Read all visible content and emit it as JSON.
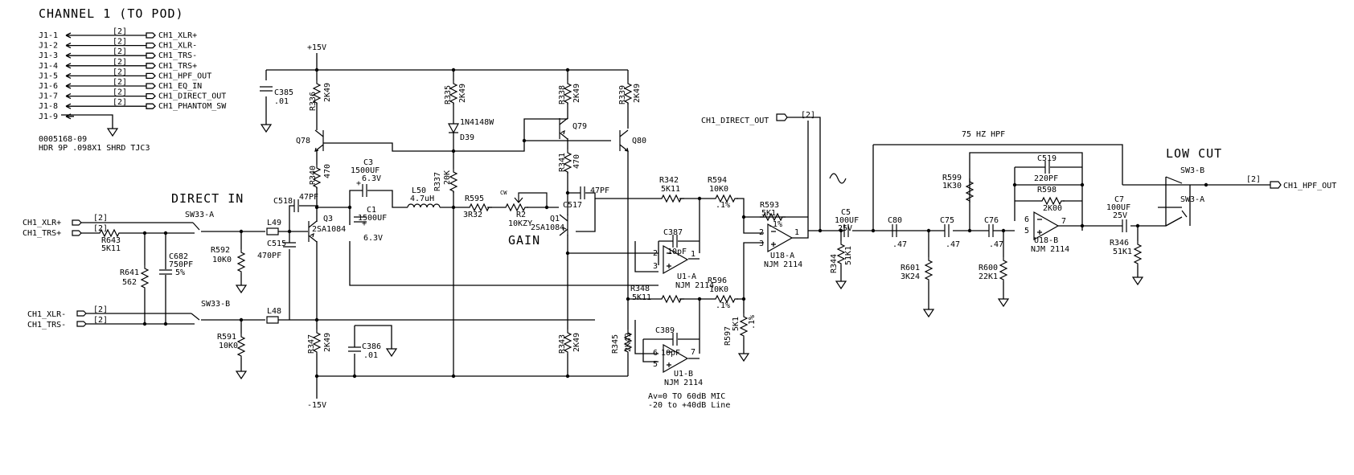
{
  "title": "CHANNEL 1 (TO POD)",
  "sections": {
    "direct_in": "DIRECT IN",
    "gain": "GAIN",
    "low_cut": "LOW CUT",
    "hpf_note": "75 HZ HPF",
    "av_line1": "Av=0 TO 60dB MIC",
    "av_line2": "-20 to +40dB Line"
  },
  "header": {
    "pins": [
      {
        "pin": "J1-1",
        "net": "CH1_XLR+"
      },
      {
        "pin": "J1-2",
        "net": "CH1_XLR-"
      },
      {
        "pin": "J1-3",
        "net": "CH1_TRS-"
      },
      {
        "pin": "J1-4",
        "net": "CH1_TRS+"
      },
      {
        "pin": "J1-5",
        "net": "CH1_HPF_OUT"
      },
      {
        "pin": "J1-6",
        "net": "CH1_EQ_IN"
      },
      {
        "pin": "J1-7",
        "net": "CH1_DIRECT_OUT"
      },
      {
        "pin": "J1-8",
        "net": "CH1_PHANTOM_SW"
      },
      {
        "pin": "J1-9",
        "net": ""
      }
    ],
    "sheet_ref": "[2]",
    "part_number": "0005168-09",
    "description": "HDR 9P .098X1 SHRD TJC3"
  },
  "rails": {
    "pos": "+15V",
    "neg": "-15V"
  },
  "inputs": {
    "xlr_pos": "CH1_XLR+",
    "trs_pos": "CH1_TRS+",
    "xlr_neg": "CH1_XLR-",
    "trs_neg": "CH1_TRS-",
    "ref": "[2]"
  },
  "outputs": {
    "direct_out": "CH1_DIRECT_OUT",
    "hpf_out": "CH1_HPF_OUT",
    "ref": "[2]"
  },
  "switches": {
    "sw33a": "SW33-A",
    "sw33b": "SW33-B",
    "sw3a": "SW3-A",
    "sw3b": "SW3-B"
  },
  "components": {
    "r643": {
      "ref": "R643",
      "val": "5K11"
    },
    "r641": {
      "ref": "R641",
      "val": "562"
    },
    "c682": {
      "ref": "C682",
      "val": "750PF",
      "tol": "5%"
    },
    "r592": {
      "ref": "R592",
      "val": "10K0"
    },
    "r591": {
      "ref": "R591",
      "val": "10K0"
    },
    "l49": {
      "ref": "L49"
    },
    "l48": {
      "ref": "L48"
    },
    "c518": {
      "ref": "C518",
      "val": "47PF"
    },
    "c515": {
      "ref": "C515",
      "val": "470PF"
    },
    "c385": {
      "ref": "C385",
      "val": ".01"
    },
    "r336": {
      "ref": "R336",
      "val": "2K49"
    },
    "q78": {
      "ref": "Q78"
    },
    "r340": {
      "ref": "R340",
      "val": "470"
    },
    "q3": {
      "ref": "Q3",
      "val": "2SA1084"
    },
    "r347": {
      "ref": "R347",
      "val": "2K49"
    },
    "c386": {
      "ref": "C386",
      "val": ".01"
    },
    "c3": {
      "ref": "C3",
      "val": "1500UF",
      "volt": "6.3V"
    },
    "c1": {
      "ref": "C1",
      "val": "1500UF",
      "volt": "6.3V"
    },
    "l50": {
      "ref": "L50",
      "val": "4.7uH"
    },
    "r335": {
      "ref": "R335",
      "val": "2K49"
    },
    "d39": {
      "ref": "D39",
      "val": "1N4148W"
    },
    "r337": {
      "ref": "R337",
      "val": "20K"
    },
    "r595": {
      "ref": "R595",
      "val": "3R32"
    },
    "r2": {
      "ref": "R2",
      "val": "10KZY",
      "cw": "CW"
    },
    "q1": {
      "ref": "Q1",
      "val": "2SA1084"
    },
    "r338": {
      "ref": "R338",
      "val": "2K49"
    },
    "q79": {
      "ref": "Q79"
    },
    "r341": {
      "ref": "R341",
      "val": "470"
    },
    "c517": {
      "ref": "C517",
      "val": "47PF"
    },
    "r343": {
      "ref": "R343",
      "val": "2K49"
    },
    "r339": {
      "ref": "R339",
      "val": "2K49"
    },
    "q80": {
      "ref": "Q80"
    },
    "r345": {
      "ref": "R345",
      "val": "2K49"
    },
    "r342": {
      "ref": "R342",
      "val": "5K11"
    },
    "r348": {
      "ref": "R348",
      "val": "5K11"
    },
    "c387": {
      "ref": "C387",
      "val": "10pF"
    },
    "c389": {
      "ref": "C389",
      "val": "10pF"
    },
    "u1a": {
      "ref": "U1-A",
      "val": "NJM 2114"
    },
    "u1b": {
      "ref": "U1-B",
      "val": "NJM 2114"
    },
    "r594": {
      "ref": "R594",
      "val": "10K0",
      "tol": ".1%"
    },
    "r596": {
      "ref": "R596",
      "val": "10K0",
      "tol": ".1%"
    },
    "r593": {
      "ref": "R593",
      "val": "5K1",
      "tol": ".1%"
    },
    "r597": {
      "ref": "R597",
      "val": "5K1",
      "tol": ".1%"
    },
    "u18a": {
      "ref": "U18-A",
      "val": "NJM 2114"
    },
    "c5": {
      "ref": "C5",
      "val": "100UF",
      "volt": "25V"
    },
    "r344": {
      "ref": "R344",
      "val": "51K1"
    },
    "c80": {
      "ref": "C80",
      "val": ".47"
    },
    "c75": {
      "ref": "C75",
      "val": ".47"
    },
    "c76": {
      "ref": "C76",
      "val": ".47"
    },
    "r601": {
      "ref": "R601",
      "val": "3K24"
    },
    "r599": {
      "ref": "R599",
      "val": "1K30"
    },
    "c519": {
      "ref": "C519",
      "val": "220PF"
    },
    "r598": {
      "ref": "R598",
      "val": "2K00"
    },
    "r600": {
      "ref": "R600",
      "val": "22K1"
    },
    "u18b": {
      "ref": "U18-B",
      "val": "NJM 2114"
    },
    "c7": {
      "ref": "C7",
      "val": "100UF",
      "volt": "25V"
    },
    "r346": {
      "ref": "R346",
      "val": "51K1"
    }
  },
  "pin_numbers": {
    "p1": "1",
    "p2": "2",
    "p3": "3",
    "p5": "5",
    "p6": "6",
    "p7": "7"
  }
}
